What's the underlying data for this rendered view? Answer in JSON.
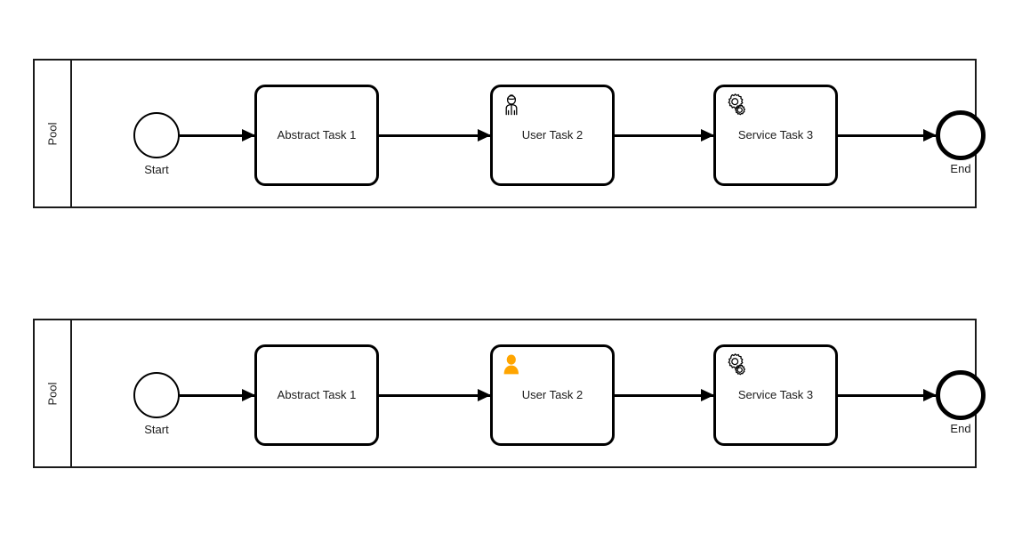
{
  "diagram": {
    "type": "bpmn-process",
    "notation": "BPMN 2.0",
    "pools": [
      {
        "id": "pool-top",
        "label": "Pool",
        "nodes": [
          {
            "id": "start",
            "kind": "start-event",
            "label": "Start",
            "icon": "none"
          },
          {
            "id": "task1",
            "kind": "task",
            "label": "Abstract Task 1",
            "icon": "none"
          },
          {
            "id": "task2",
            "kind": "user-task",
            "label": "User Task 2",
            "icon": "user-icon-outline"
          },
          {
            "id": "task3",
            "kind": "service-task",
            "label": "Service Task 3",
            "icon": "gears-icon-outline"
          },
          {
            "id": "end",
            "kind": "end-event",
            "label": "End",
            "icon": "none"
          }
        ],
        "flows": [
          {
            "from": "start",
            "to": "task1"
          },
          {
            "from": "task1",
            "to": "task2"
          },
          {
            "from": "task2",
            "to": "task3"
          },
          {
            "from": "task3",
            "to": "end"
          }
        ]
      },
      {
        "id": "pool-bottom",
        "label": "Pool",
        "nodes": [
          {
            "id": "start",
            "kind": "start-event",
            "label": "Start",
            "icon": "none"
          },
          {
            "id": "task1",
            "kind": "task",
            "label": "Abstract Task 1",
            "icon": "none"
          },
          {
            "id": "task2",
            "kind": "user-task",
            "label": "User Task 2",
            "icon": "user-icon-solid-orange"
          },
          {
            "id": "task3",
            "kind": "service-task",
            "label": "Service Task 3",
            "icon": "gears-icon-outline"
          },
          {
            "id": "end",
            "kind": "end-event",
            "label": "End",
            "icon": "none"
          }
        ],
        "flows": [
          {
            "from": "start",
            "to": "task1"
          },
          {
            "from": "task1",
            "to": "task2"
          },
          {
            "from": "task2",
            "to": "task3"
          },
          {
            "from": "task3",
            "to": "end"
          }
        ]
      }
    ],
    "colors": {
      "stroke": "#000000",
      "text": "#1a1a1a",
      "fill": "#ffffff",
      "accent_orange": "#FFA500",
      "canvas": "#ffffff"
    }
  }
}
